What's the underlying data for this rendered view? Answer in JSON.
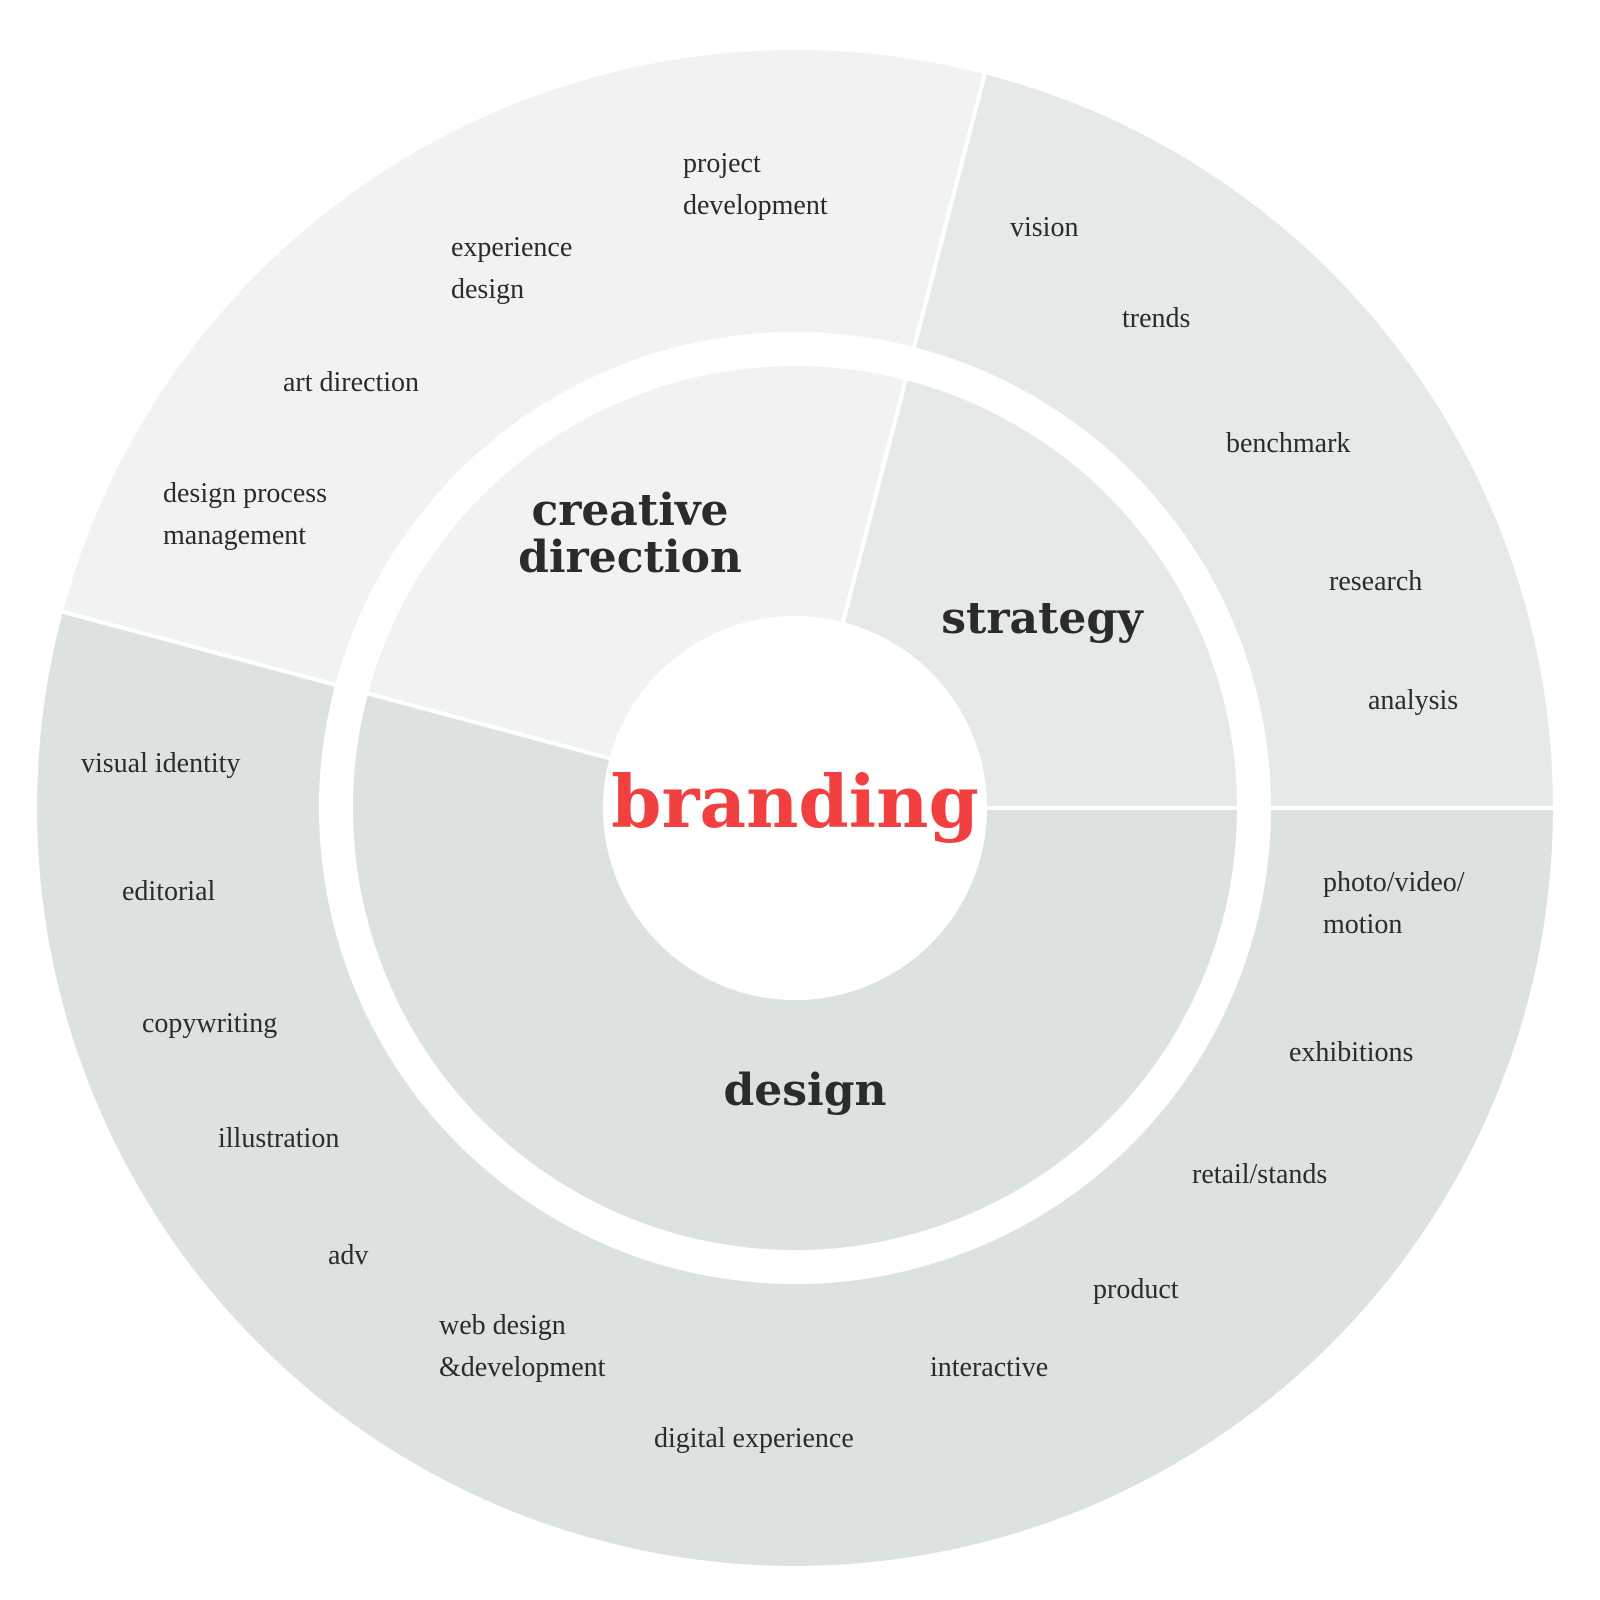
{
  "center": {
    "label": "branding",
    "color": "#f23f3f"
  },
  "colors": {
    "text": "#2b2b2b",
    "creative_fill": "#f1f3f2",
    "strategy_fill": "#e5e9e7",
    "design_fill": "#dbe2df",
    "separator": "#ffffff"
  },
  "segments": [
    {
      "id": "creative-direction",
      "label": [
        "creative",
        "direction"
      ],
      "fill_key": "creative_fill",
      "items": [
        [
          "project",
          "development"
        ],
        [
          "experience",
          "design"
        ],
        [
          "art direction"
        ],
        [
          "design process",
          "management"
        ]
      ]
    },
    {
      "id": "strategy",
      "label": [
        "strategy"
      ],
      "fill_key": "strategy_fill",
      "items": [
        [
          "vision"
        ],
        [
          "trends"
        ],
        [
          "benchmark"
        ],
        [
          "research"
        ],
        [
          "analysis"
        ]
      ]
    },
    {
      "id": "design",
      "label": [
        "design"
      ],
      "fill_key": "design_fill",
      "items": [
        [
          "photo/video/",
          "motion"
        ],
        [
          "exhibitions"
        ],
        [
          "retail/stands"
        ],
        [
          "product"
        ],
        [
          "interactive"
        ],
        [
          "digital experience"
        ],
        [
          "web design",
          "&development"
        ],
        [
          "adv"
        ],
        [
          "illustration"
        ],
        [
          "copywriting"
        ],
        [
          "editorial"
        ],
        [
          "visual identity"
        ]
      ]
    }
  ]
}
